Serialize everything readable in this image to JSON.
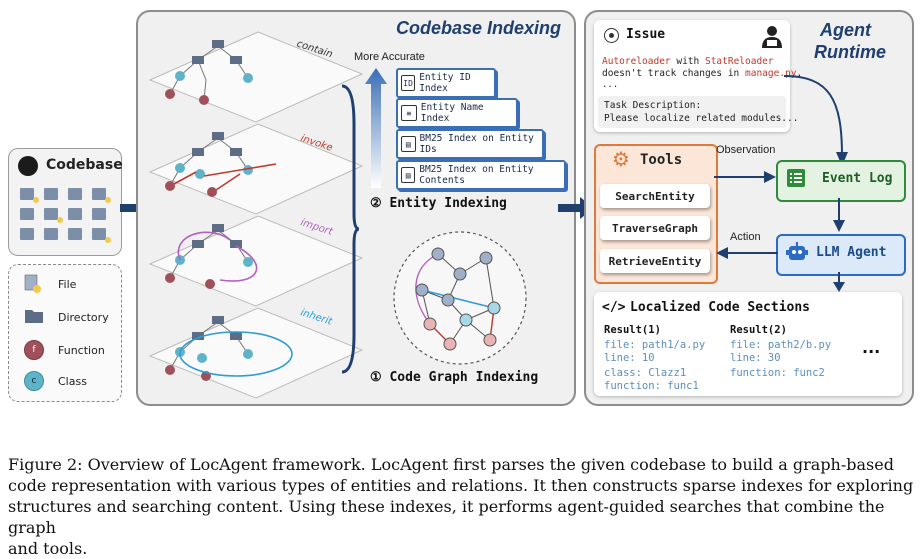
{
  "codebase": {
    "title": "Codebase"
  },
  "legend": {
    "file": "File",
    "directory": "Directory",
    "function": "Function",
    "class": "Class",
    "function_glyph": "f",
    "class_glyph": "c"
  },
  "indexing": {
    "title": "Codebase Indexing",
    "layers": {
      "contain": "contain",
      "invoke": "invoke",
      "import": "import",
      "inherit": "inherit"
    },
    "more_accurate": "More Accurate",
    "indexes": [
      "Entity ID Index",
      "Entity Name Index",
      "BM25 Index on Entity IDs",
      "BM25 Index on Entity Contents"
    ],
    "entity_indexing": "② Entity Indexing",
    "graph_indexing": "① Code Graph Indexing"
  },
  "runtime": {
    "title_line1": "Agent",
    "title_line2": "Runtime",
    "issue": {
      "title": "Issue",
      "t1": "Autoreloader",
      "t2": " with ",
      "t3": "StatReloader",
      "t4": "doesn't track changes in ",
      "t5": "manage.py",
      "t6": ".",
      "ellipsis": "...",
      "task_label": "Task Description:",
      "task_text": "Please localize related modules..."
    },
    "tools": {
      "title": "Tools",
      "items": [
        "SearchEntity",
        "TraverseGraph",
        "RetrieveEntity"
      ]
    },
    "observation": "Observation",
    "action": "Action",
    "event_log": "Event Log",
    "llm_agent": "LLM Agent",
    "localized": {
      "title": "Localized Code Sections",
      "icon": "</>",
      "r1": {
        "label": "Result(1)",
        "file": "file: path1/a.py",
        "line": "line: 10",
        "cls": "class: Clazz1",
        "func": "function: func1"
      },
      "r2": {
        "label": "Result(2)",
        "file": "file: path2/b.py",
        "line": "line: 30",
        "func": "function: func2"
      },
      "more": "..."
    }
  },
  "caption": {
    "line1": "Figure 2: Overview of LocAgent framework. LocAgent first parses the given codebase to build a graph-based",
    "line2": "code representation with various types of entities and relations. It then constructs sparse indexes for exploring",
    "line3": "structures and searching content. Using these indexes, it performs agent-guided searches that combine the graph",
    "line4": "and tools."
  },
  "colors": {
    "panel_border": "#8c8c8c",
    "navy": "#1f3f6e",
    "index_blue": "#3a6fb5",
    "tools_orange": "#e07a3c",
    "event_green": "#2e8b3a",
    "llm_blue": "#2a6cc4",
    "func_red": "#a0505a",
    "class_teal": "#5fb3c9",
    "issue_red": "#c0392b"
  }
}
